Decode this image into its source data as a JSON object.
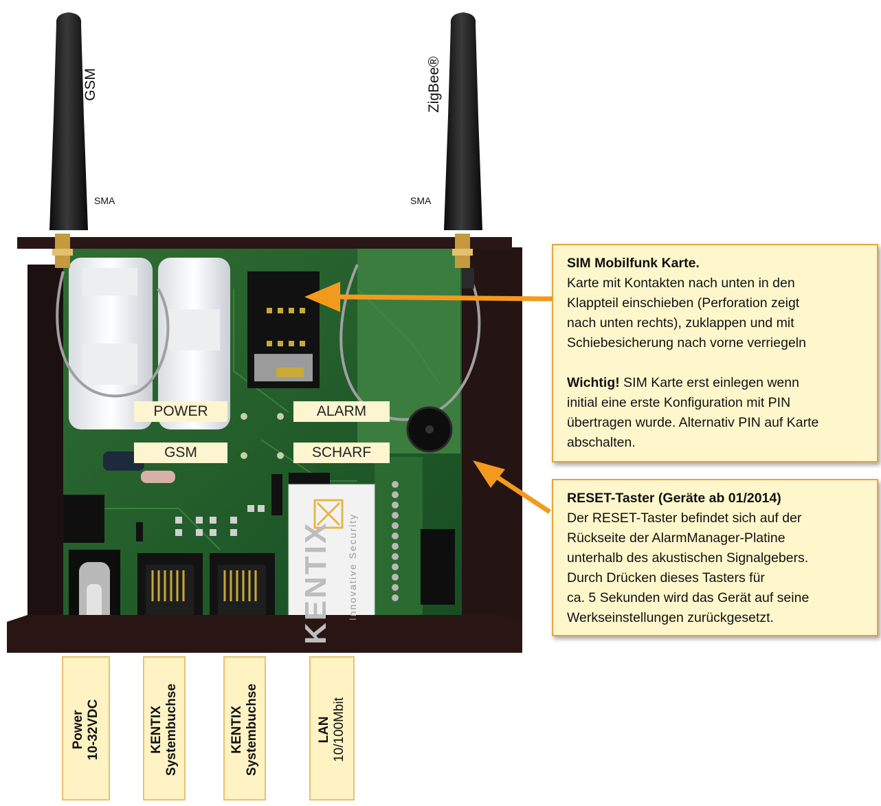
{
  "antennas": {
    "left": {
      "label": "GSM",
      "connector": "SMA"
    },
    "right": {
      "label": "ZigBee®",
      "connector": "SMA"
    }
  },
  "board_labels": {
    "power": "POWER",
    "alarm": "ALARM",
    "gsm": "GSM",
    "scharf": "SCHARF"
  },
  "logo": {
    "brand": "KENTIX",
    "tagline": "Innovative Security"
  },
  "callouts": {
    "sim": {
      "title": "SIM Mobilfunk Karte.",
      "body": [
        "Karte mit Kontakten nach unten in den",
        "Klappteil einschieben (Perforation zeigt",
        "nach unten rechts), zuklappen und mit",
        "Schiebesicherung nach vorne verriegeln"
      ],
      "note_bold": "Wichtig!",
      "note": [
        " SIM Karte erst einlegen wenn",
        "initial eine erste Konfiguration mit PIN",
        "übertragen wurde. Alternativ PIN auf Karte",
        "abschalten."
      ]
    },
    "reset": {
      "title": "RESET-Taster (Geräte ab 01/2014)",
      "body": [
        "Der RESET-Taster befindet sich auf der",
        "Rückseite der AlarmManager-Platine",
        "unterhalb des akustischen Signalgebers.",
        "Durch Drücken dieses Tasters für",
        "ca. 5 Sekunden wird das Gerät auf seine",
        "Werkseinstellungen zurückgesetzt."
      ]
    }
  },
  "ports": [
    {
      "line1": "Power",
      "line2": "10-32VDC"
    },
    {
      "line1": "KENTIX",
      "line2": "Systembuchse"
    },
    {
      "line1": "KENTIX",
      "line2": "Systembuchse"
    },
    {
      "line1": "LAN",
      "line2": "10/100Mbit"
    }
  ],
  "colors": {
    "callout_bg": "#fff7cc",
    "callout_border": "#e8a33a",
    "arrow": "#f39a1e",
    "pcb": "#1f5a2a",
    "housing": "#2a1616"
  }
}
